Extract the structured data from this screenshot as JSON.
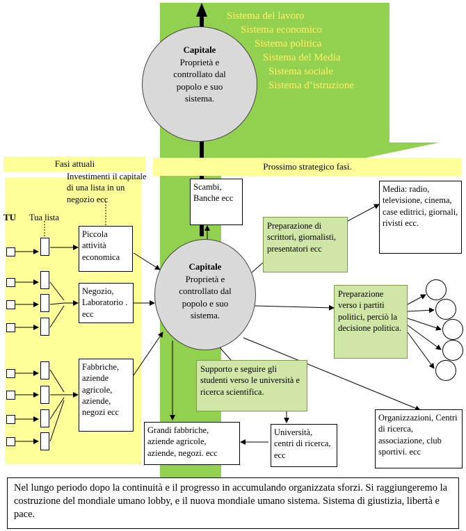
{
  "systems": [
    "Sistema del lavoro",
    "Sistema economico",
    "Sistema politica",
    "Sistema del Media",
    "Sistema sociale",
    "Sistema d’istruzione"
  ],
  "top_circle": {
    "title": "Capitale",
    "text": "Proprietà e controllato dal popolo e suo sistema."
  },
  "center_circle": {
    "title": "Capitale",
    "text": "Proprietà e controllato dal popolo e suo sistema."
  },
  "banner_left": "Fasi attuali",
  "banner_right": "Prossimo strategico fasi.",
  "invest_note": "Investimenti il capitale di una lista in un negozio ecc",
  "tu_label": "TU",
  "lista_label": "Tua lista",
  "boxes": {
    "piccola": "Piccola attività economica",
    "negozio": "Negozio, Laboratorio . ecc",
    "fabbriche": "Fabbriche, aziende agricole, aziende, negozi ecc",
    "scambi": "Scambi, Banche ecc",
    "media": "Media: radio, televisione, cinema, case editrici, giornali, rivisti ecc.",
    "prep_scrittori": "Preparazione di scrittori, giornalisti, presentatori ecc",
    "prep_partiti": "Preparazione verso i partiti politici, perciò la decisione politica.",
    "supporto": "Supporto e seguire gli studenti verso le università e ricerca scientifica.",
    "grandi_fabbriche": "Grandi fabbriche, aziende agricole, aziende, negozi. ecc",
    "universita": "Università, centri di ricerca, ecc",
    "organizzazioni": "Organizzazioni, Centri di ricerca, associazione, club sportivi. ecc"
  },
  "footer": "Nel lungo periodo dopo la continuità e il progresso in accumulando organizzata sforzi. Si raggiungeremo la costruzione del mondiale umano lobby, e il nuova mondiale umano sistema. Sistema di giustizia, libertà e pace.",
  "colors": {
    "green": "#92d050",
    "yellow": "#ffff99",
    "green_box": "#cfe6a6",
    "system_text": "#fff36a"
  }
}
